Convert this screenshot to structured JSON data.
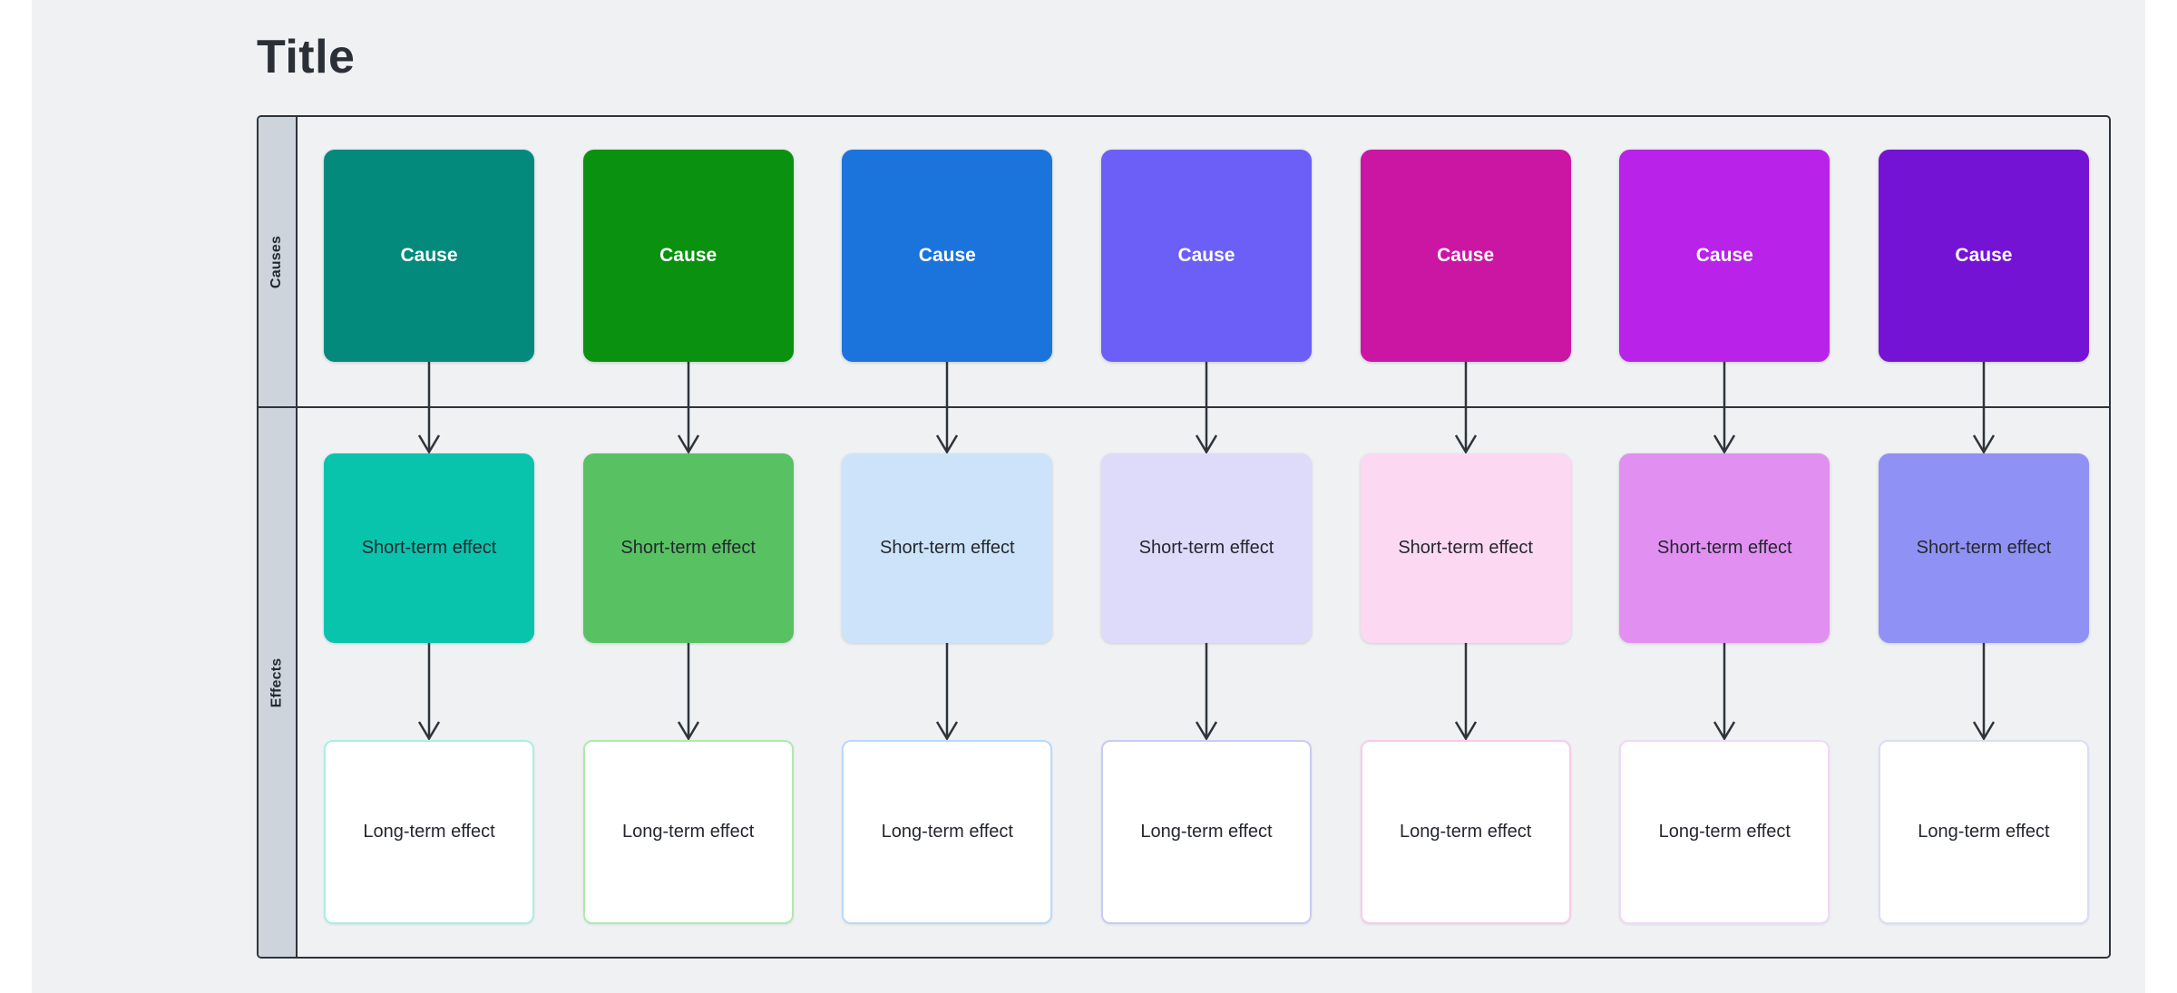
{
  "title": "Title",
  "row_labels": [
    {
      "label": "Causes"
    },
    {
      "label": "Effects"
    }
  ],
  "labels": {
    "cause": "Cause",
    "short": "Short-term effect",
    "long": "Long-term effect"
  },
  "colors": {
    "page": "#ffffff",
    "background": "#eff1f3",
    "table_border": "#2e343c",
    "header_bg": "#ced4dc",
    "header_text": "#232933",
    "title_text": "#2a3036",
    "arrow": "#2e343c",
    "cause_text": "#ffffff",
    "effect_text": "#24282e",
    "long_fill": "#ffffff"
  },
  "columns": [
    {
      "cause_color": "#038a7d",
      "short_color": "#09c4ad",
      "long_border": "#abefe2"
    },
    {
      "cause_color": "#0a9110",
      "short_color": "#58c263",
      "long_border": "#afe9ae"
    },
    {
      "cause_color": "#1b74db",
      "short_color": "#cce3fa",
      "long_border": "#bad9f9"
    },
    {
      "cause_color": "#6c5ff7",
      "short_color": "#dedaf9",
      "long_border": "#cacbf3"
    },
    {
      "cause_color": "#cb16a3",
      "short_color": "#fdd8f2",
      "long_border": "#f9cae9"
    },
    {
      "cause_color": "#b822e9",
      "short_color": "#e190f2",
      "long_border": "#f0d8f9"
    },
    {
      "cause_color": "#7513d4",
      "short_color": "#9091f5",
      "long_border": "#daddf9"
    }
  ]
}
